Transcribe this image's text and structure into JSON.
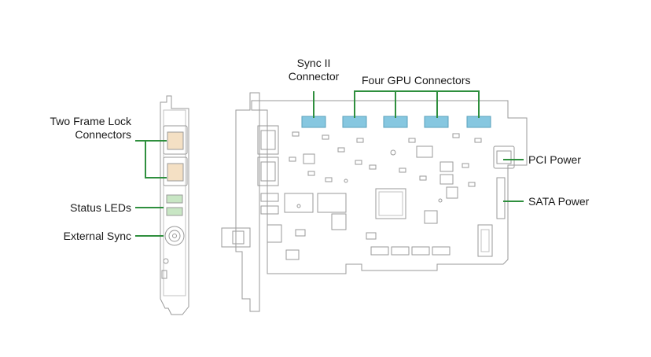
{
  "labels": {
    "frame_lock": [
      "Two Frame Lock",
      "Connectors"
    ],
    "status_leds": "Status LEDs",
    "external_sync": "External Sync",
    "sync_ii": [
      "Sync II",
      "Connector"
    ],
    "gpu_connectors": "Four GPU Connectors",
    "pci_power": "PCI Power",
    "sata_power": "SATA Power"
  },
  "colors": {
    "callout_line": "#2f8f3e",
    "drawing_line": "#9a9a9a",
    "connector_fill": "#86c7e0",
    "led_fill": "#c8e6c4",
    "port_fill": "#f4e0c4"
  }
}
